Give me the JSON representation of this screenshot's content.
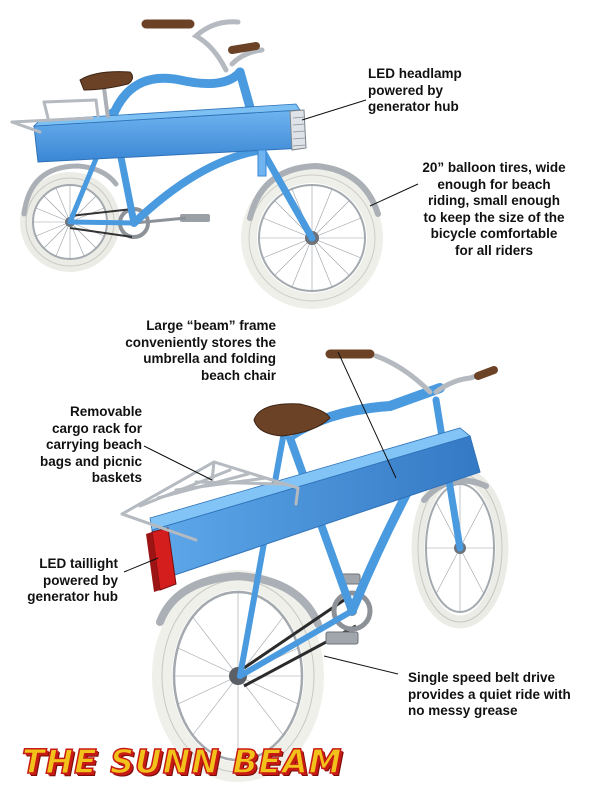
{
  "title": "THE SUNN BEAM",
  "colors": {
    "frame": "#4a9ae0",
    "frame_dark": "#3579c2",
    "tire": "#eeeeea",
    "saddle": "#6b4226",
    "chrome": "#aeb4ba",
    "taillight": "#d41e1e",
    "title_fill": "#f2c21b",
    "title_stroke": "#c81a14"
  },
  "callouts": {
    "headlamp": [
      "LED headlamp",
      "powered by",
      "generator hub"
    ],
    "tires": [
      "20” balloon tires, wide",
      "enough for beach",
      "riding, small enough",
      "to keep the size of the",
      "bicycle comfortable",
      "for all riders"
    ],
    "frame": [
      "Large “beam” frame",
      "conveniently stores the",
      "umbrella and folding",
      "beach chair"
    ],
    "rack": [
      "Removable",
      "cargo rack for",
      "carrying beach",
      "bags and picnic",
      "baskets"
    ],
    "taillight": [
      "LED taillight",
      "powered by",
      "generator hub"
    ],
    "belt": [
      "Single speed belt drive",
      "provides a quiet ride with",
      "no messy grease"
    ]
  }
}
